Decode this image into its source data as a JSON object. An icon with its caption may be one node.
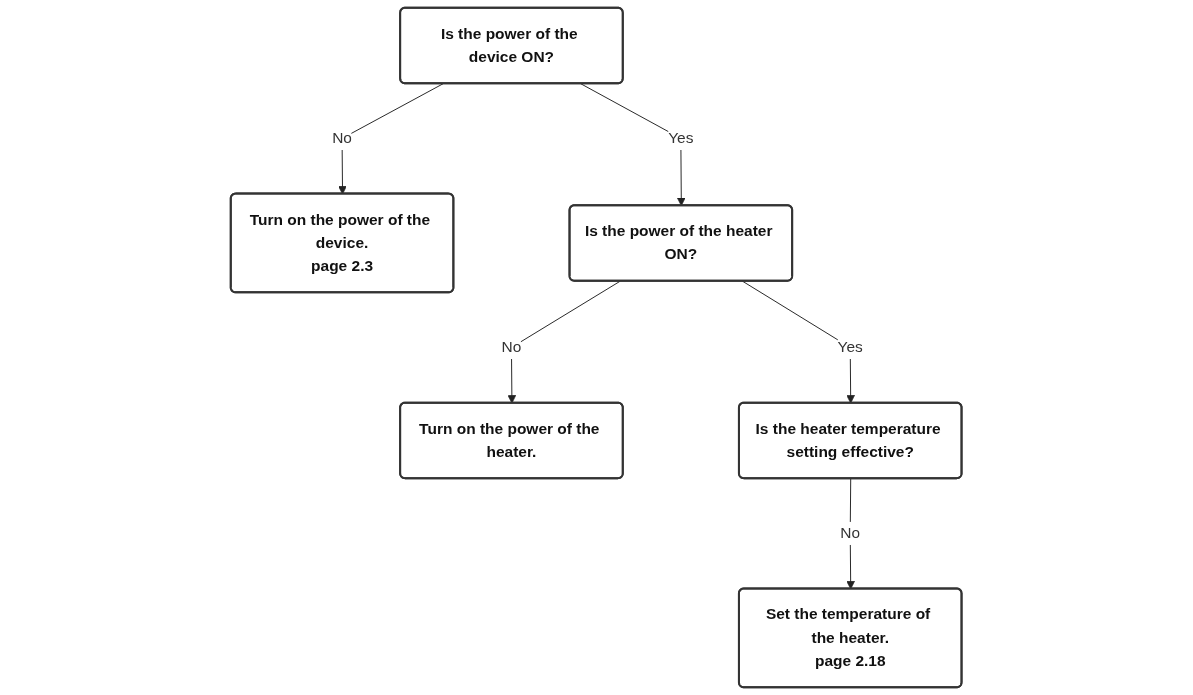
{
  "diagram": {
    "nodes": [
      {
        "text": [
          "Is the power of the device ON?"
        ]
      },
      {
        "text": [
          "Turn on the power of the device.",
          "page 2.3"
        ]
      },
      {
        "text": [
          "Is the power of the heater ON?"
        ]
      },
      {
        "text": [
          "Turn on the power of the heater."
        ]
      },
      {
        "text": [
          "Is the heater temperature setting effective?"
        ]
      },
      {
        "text": [
          "Set the temperature of the heater.",
          "page 2.18"
        ]
      }
    ],
    "edges": [
      {
        "from": 0,
        "to": 1,
        "label": "No",
        "arrow": "to"
      },
      {
        "from": 0,
        "to": 2,
        "label": "Yes",
        "arrow": "to"
      },
      {
        "from": 2,
        "to": 3,
        "label": "No",
        "arrow": "to"
      },
      {
        "from": 2,
        "to": 4,
        "label": "Yes",
        "arrow": "to"
      },
      {
        "from": 4,
        "to": 5,
        "label": "No",
        "arrow": "to"
      }
    ]
  }
}
